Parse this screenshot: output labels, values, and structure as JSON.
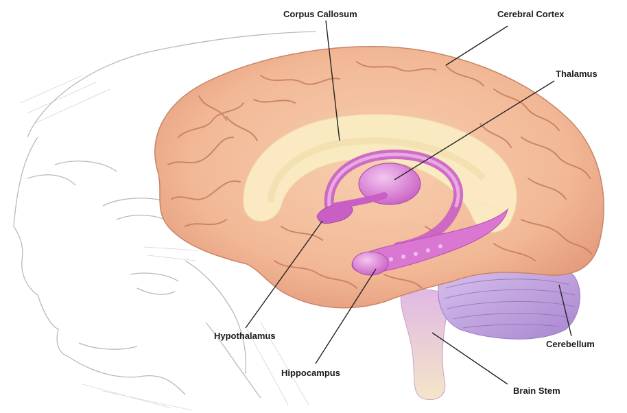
{
  "labels": {
    "corpus_callosum": "Corpus Callosum",
    "cerebral_cortex": "Cerebral Cortex",
    "thalamus": "Thalamus",
    "hypothalamus": "Hypothalamus",
    "hippocampus": "Hippocampus",
    "cerebellum": "Cerebellum",
    "brain_stem": "Brain Stem"
  },
  "colors": {
    "background": "#ffffff",
    "cortex": "#f2b896",
    "cortex_folds": "#c9866a",
    "corpus_callosum": "#fbecc4",
    "limbic": "#d977d3",
    "cerebellum": "#c9a9e0",
    "brain_stem": "#e8c9e0",
    "leader_lines": "#222222",
    "sketch": "#9a9a9a"
  }
}
